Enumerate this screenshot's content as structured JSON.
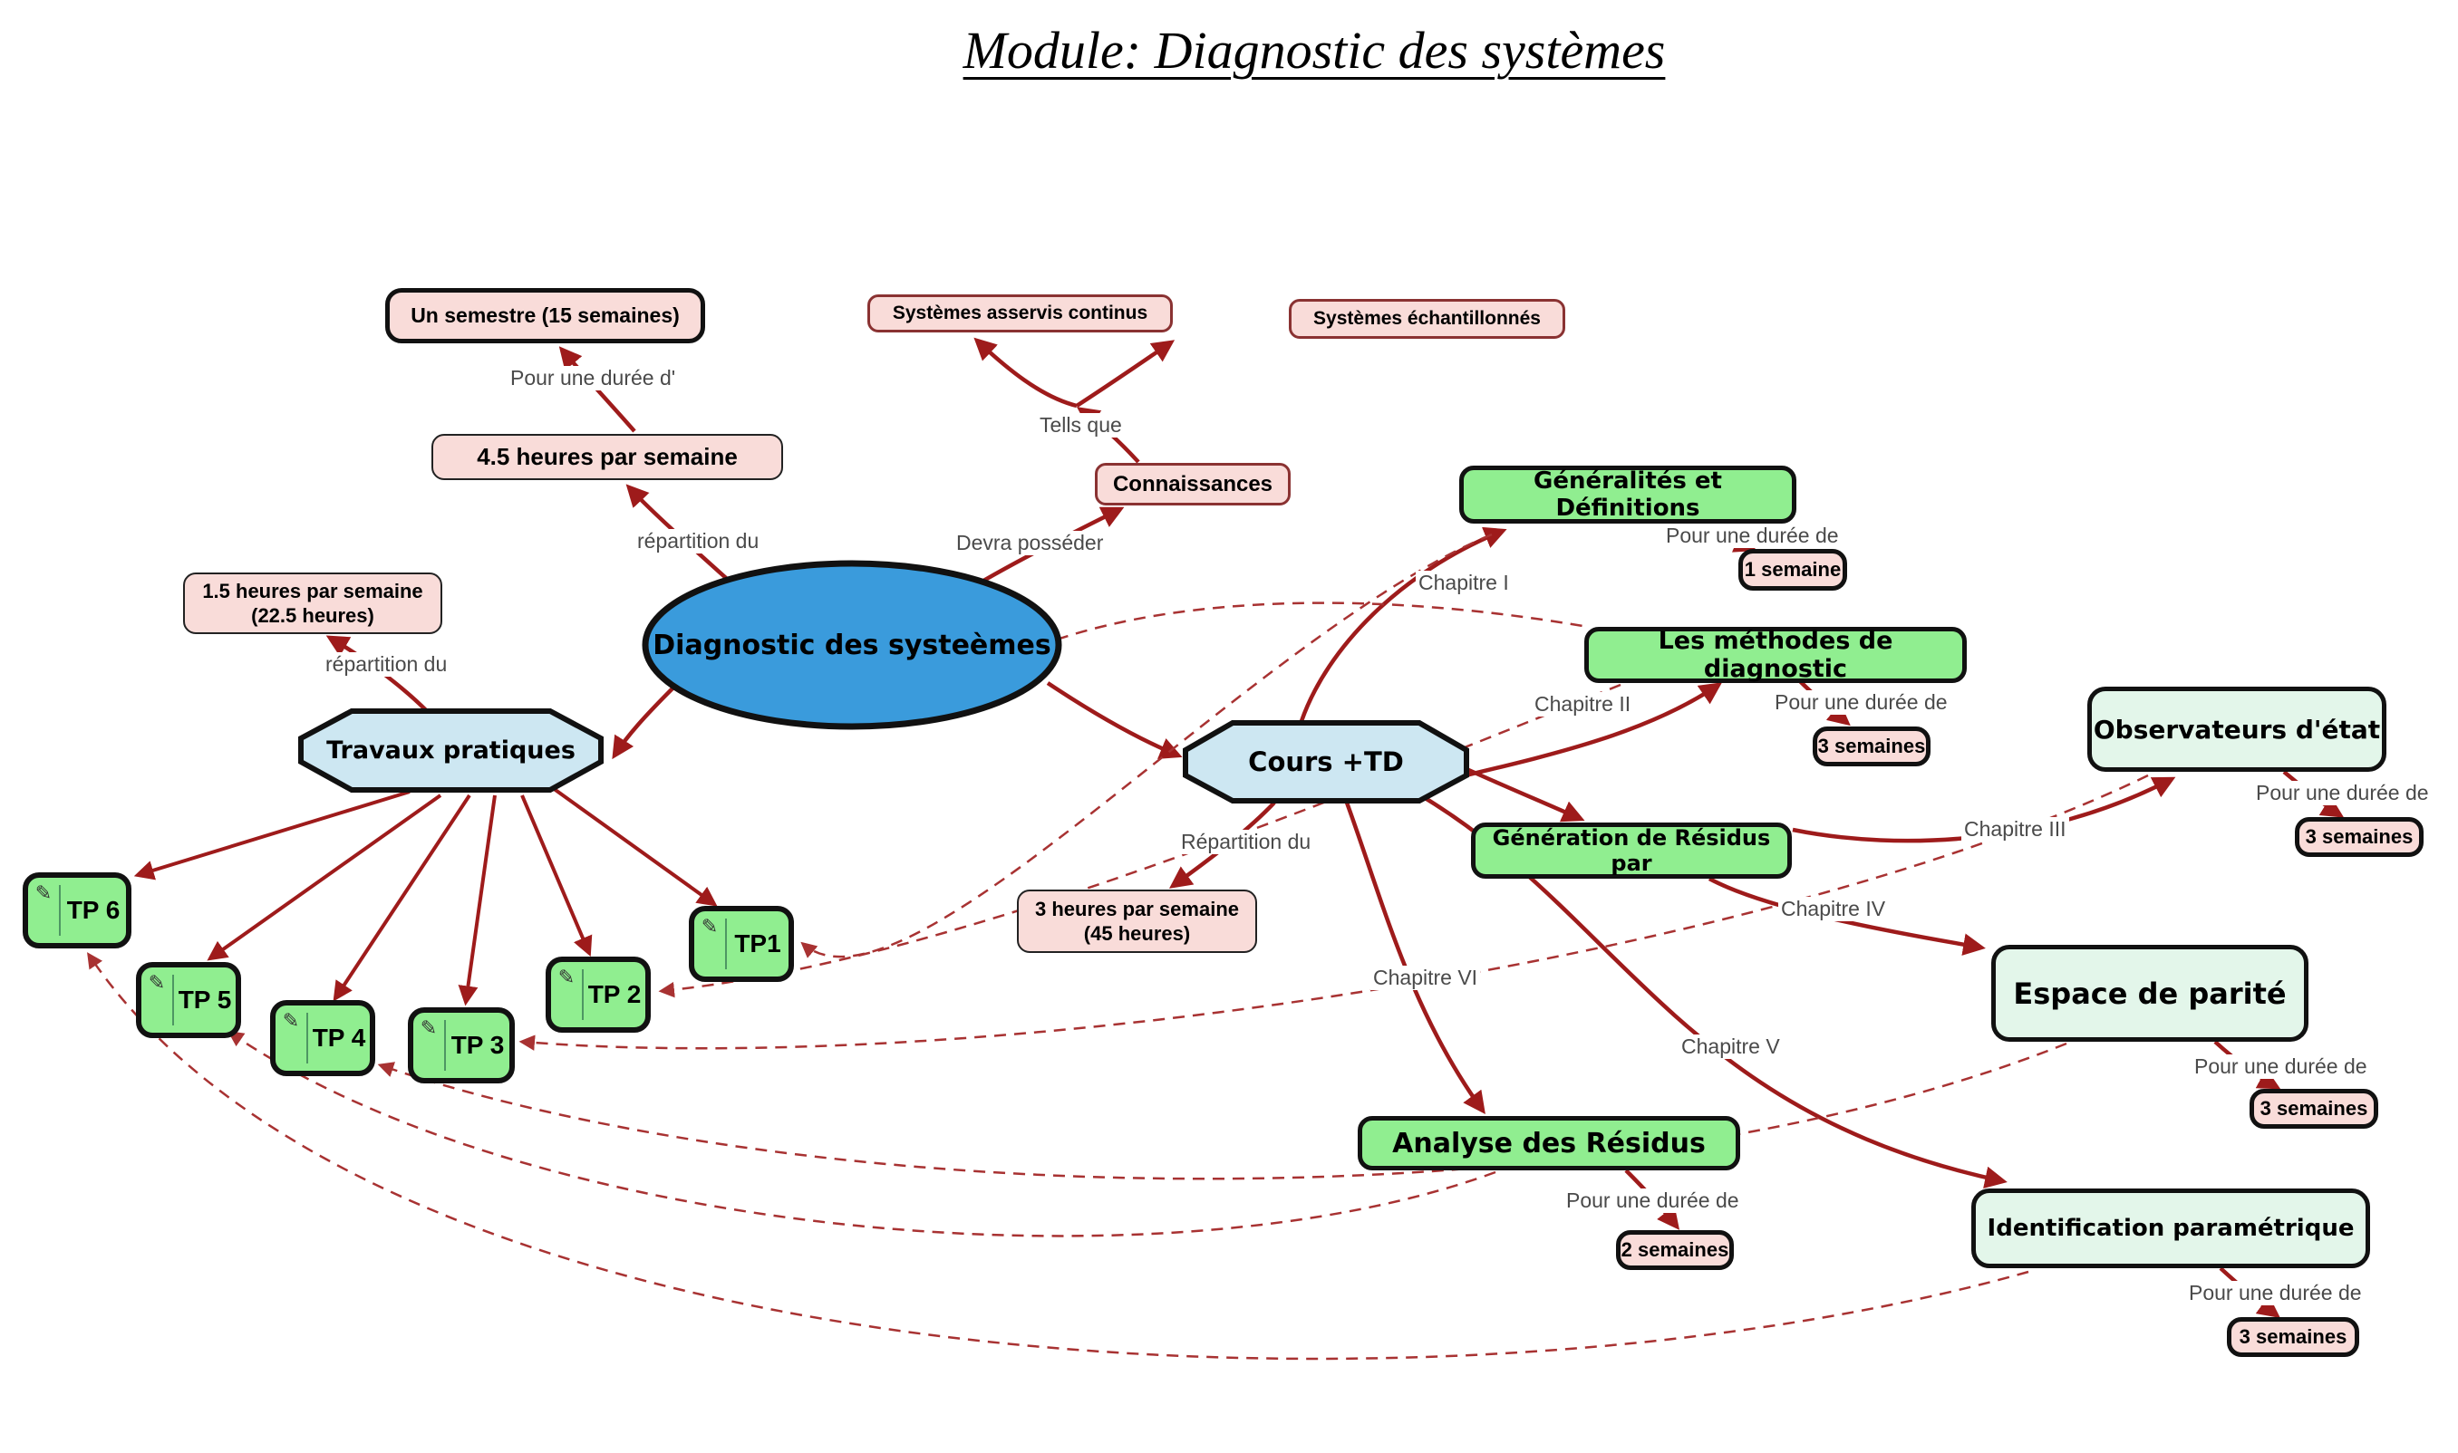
{
  "title": "Module: Diagnostic des systèmes",
  "colors": {
    "central_blue": "#3A9BDC",
    "octagon_blue": "#CDE7F2",
    "green_bright": "#90EE90",
    "green_pale": "#E3F6EA",
    "pink": "#F9DCD9",
    "arrow_solid": "#9E1B1B",
    "arrow_dashed": "#A83232"
  },
  "nodes": {
    "central": "Diagnostic des systeèmes",
    "travaux_pratiques": "Travaux pratiques",
    "cours_td": "Cours +TD",
    "un_semestre": "Un semestre (15 semaines)",
    "heures_45": "4.5 heures par semaine",
    "heures_15_line1": "1.5 heures par semaine",
    "heures_15_line2": "(22.5 heures)",
    "heures_3_line1": "3 heures par semaine",
    "heures_3_line2": "(45 heures)",
    "systemes_asservis": "Systèmes asservis continus",
    "systemes_echantillonnes": "Systèmes échantillonnés",
    "connaissances": "Connaissances",
    "generalites": "Généralités et Définitions",
    "methodes": "Les méthodes de diagnostic",
    "generation": "Génération de Résidus par",
    "observateurs": "Observateurs d'état",
    "espace_parite": "Espace de parité",
    "analyse_residus": "Analyse des Résidus",
    "identification": "Identification paramétrique",
    "tp1": "TP1",
    "tp2": "TP 2",
    "tp3": "TP 3",
    "tp4": "TP 4",
    "tp5": "TP 5",
    "tp6": "TP 6"
  },
  "durations": {
    "generalites": "1 semaine",
    "methodes": "3 semaines",
    "observateurs": "3 semaines",
    "espace_parite": "3 semaines",
    "analyse_residus": "2 semaines",
    "identification": "3 semaines"
  },
  "edge_labels": {
    "pour_une_duree_d": "Pour une durée d'",
    "pour_une_duree_de": "Pour une durée de",
    "repartition_du": "répartition du",
    "repartition_du_cap": "Répartition du",
    "devra_posseder": "Devra posséder",
    "tells_que": "Tells que",
    "chapitre_1": "Chapitre I",
    "chapitre_2": "Chapitre II",
    "chapitre_3": "Chapitre III",
    "chapitre_4": "Chapitre IV",
    "chapitre_5": "Chapitre V",
    "chapitre_6": "Chapitre VI"
  }
}
